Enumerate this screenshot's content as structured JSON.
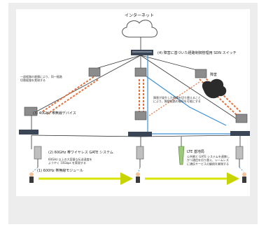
{
  "diagram": {
    "internet_label": "インターネット",
    "switch_label": "(4) 障害に基づいた経路制御管理用 SDN スイッチ",
    "device_label": "(3) 40GHz 帯無線デバイス",
    "gate_label": "(2) 60GHz 帯ワイヤレス GATE システム",
    "module_label": "(1) 600Hz 帯無線モジュール",
    "lte_label": "LTE 基地局",
    "obstacle_label": "障害",
    "note_top_left": "一部経路の故障により、同一経路\n切替経路を実現する",
    "note_mid": "障害が発生した経路を切り替えること\nにより、無線経路の継続を可能にする",
    "note_gate": "60GHz 以上の大容量な伝送速度を\nようやく 10Gbps を実現する",
    "note_lte": "公共網と GATE システムを連携し\nかつ通信を切り替え、シームレス\nに通信サービスの継続を実現する"
  },
  "colors": {
    "wireless_link": "#e8703a",
    "wired_link": "#3b8fd6",
    "user_flow": "#d9e400",
    "device": "#666666",
    "switch": "#3a4656"
  }
}
